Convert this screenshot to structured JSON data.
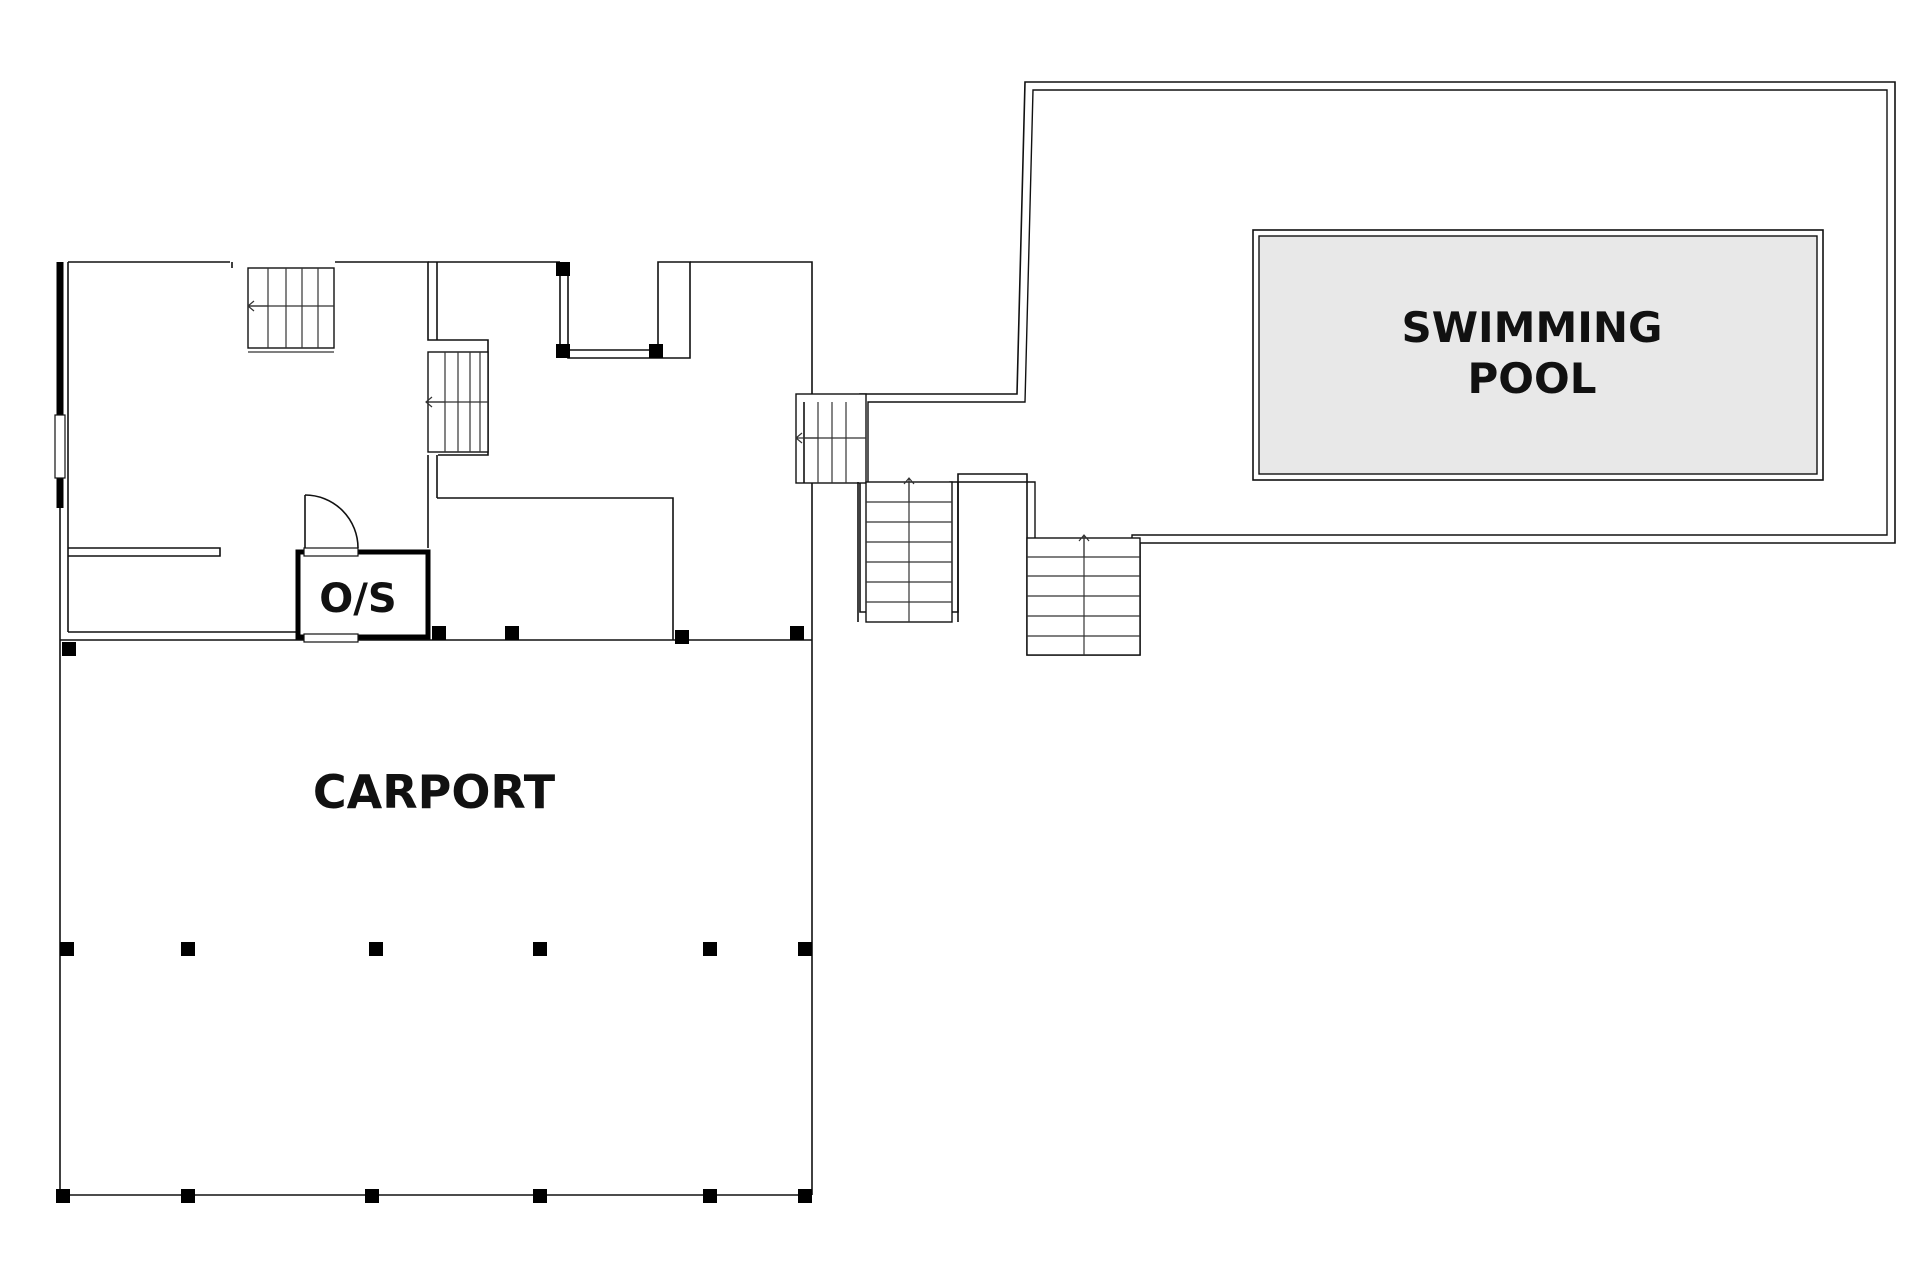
{
  "labels": {
    "swimming_pool_line1": "SWIMMING",
    "swimming_pool_line2": "POOL",
    "carport": "CARPORT",
    "outdoor_storage": "O/S"
  },
  "colors": {
    "line": "#111111",
    "pool_fill": "#e8e8e8",
    "background": "#ffffff"
  }
}
